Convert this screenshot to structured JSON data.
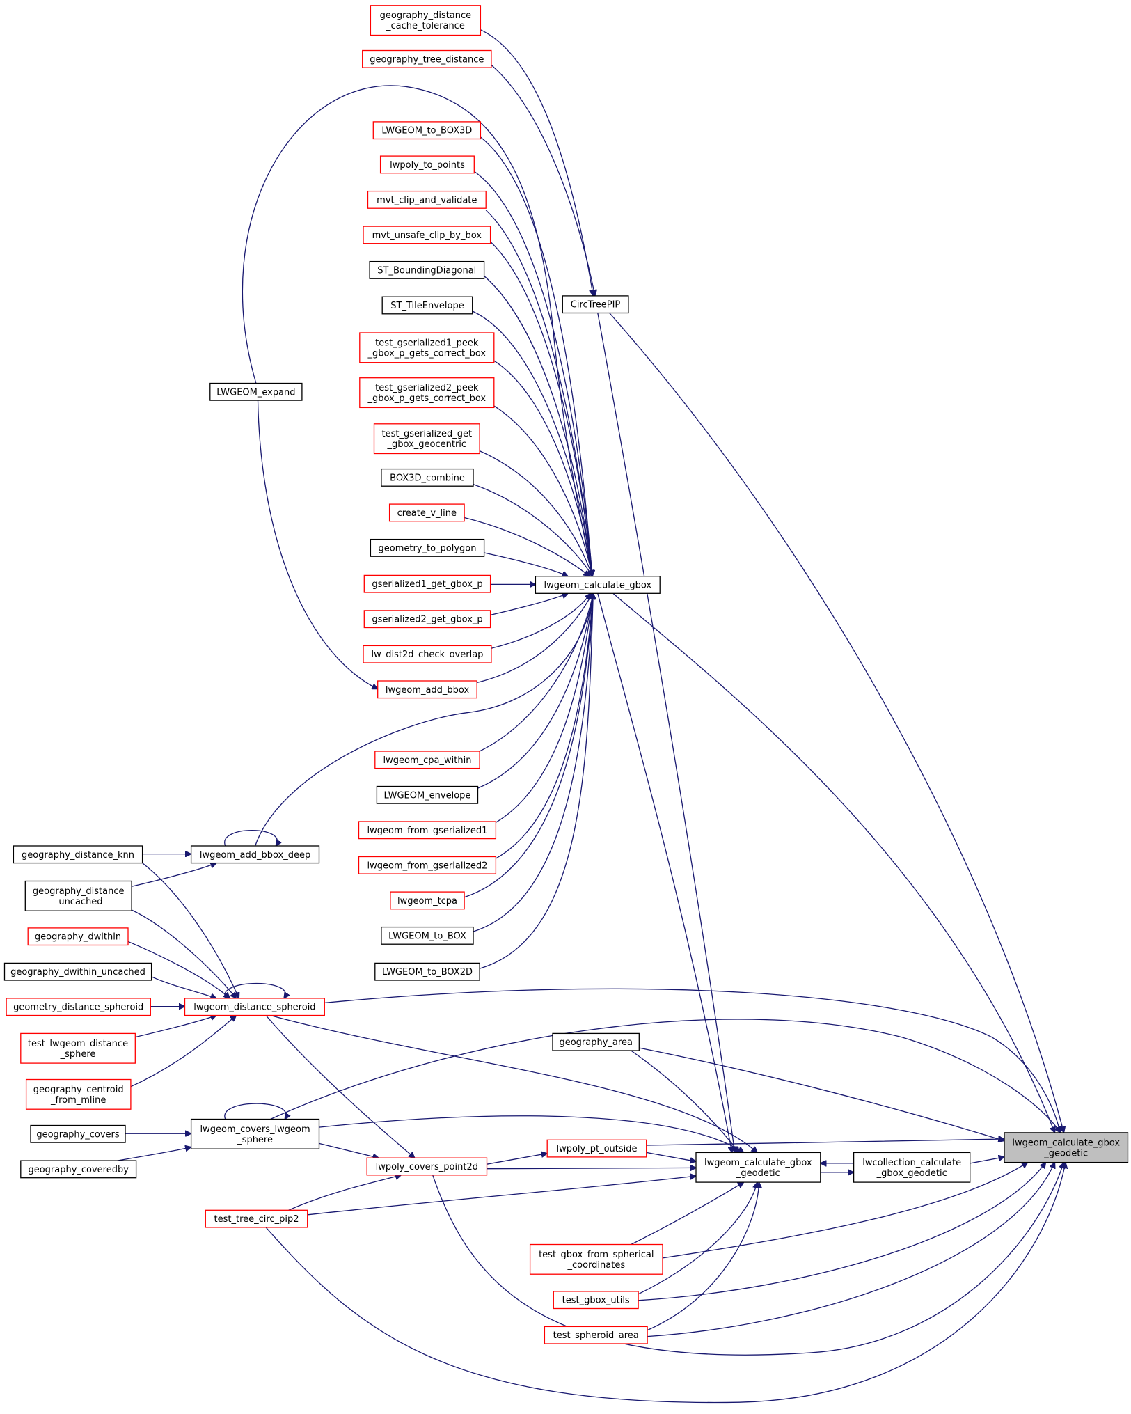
{
  "graph": {
    "title": "",
    "colors": {
      "edge": "#191970",
      "red_border": "#ff0000",
      "black_border": "#000000",
      "focus_fill": "#bfbfbf"
    },
    "nodes": {
      "geography_distance_cache_tolerance": {
        "lines": [
          "geography_distance",
          "_cache_tolerance"
        ],
        "style": "red"
      },
      "geography_tree_distance": {
        "lines": [
          "geography_tree_distance"
        ],
        "style": "red"
      },
      "LWGEOM_to_BOX3D": {
        "lines": [
          "LWGEOM_to_BOX3D"
        ],
        "style": "red"
      },
      "lwpoly_to_points": {
        "lines": [
          "lwpoly_to_points"
        ],
        "style": "red"
      },
      "mvt_clip_and_validate": {
        "lines": [
          "mvt_clip_and_validate"
        ],
        "style": "red"
      },
      "mvt_unsafe_clip_by_box": {
        "lines": [
          "mvt_unsafe_clip_by_box"
        ],
        "style": "red"
      },
      "ST_BoundingDiagonal": {
        "lines": [
          "ST_BoundingDiagonal"
        ],
        "style": "black"
      },
      "ST_TileEnvelope": {
        "lines": [
          "ST_TileEnvelope"
        ],
        "style": "black"
      },
      "test_gserialized1_peek": {
        "lines": [
          "test_gserialized1_peek",
          "_gbox_p_gets_correct_box"
        ],
        "style": "red"
      },
      "test_gserialized2_peek": {
        "lines": [
          "test_gserialized2_peek",
          "_gbox_p_gets_correct_box"
        ],
        "style": "red"
      },
      "test_gserialized_get": {
        "lines": [
          "test_gserialized_get",
          "_gbox_geocentric"
        ],
        "style": "red"
      },
      "BOX3D_combine": {
        "lines": [
          "BOX3D_combine"
        ],
        "style": "black"
      },
      "create_v_line": {
        "lines": [
          "create_v_line"
        ],
        "style": "red"
      },
      "geometry_to_polygon": {
        "lines": [
          "geometry_to_polygon"
        ],
        "style": "black"
      },
      "gserialized1_get_gbox_p": {
        "lines": [
          "gserialized1_get_gbox_p"
        ],
        "style": "red"
      },
      "gserialized2_get_gbox_p": {
        "lines": [
          "gserialized2_get_gbox_p"
        ],
        "style": "red"
      },
      "lw_dist2d_check_overlap": {
        "lines": [
          "lw_dist2d_check_overlap"
        ],
        "style": "red"
      },
      "lwgeom_add_bbox": {
        "lines": [
          "lwgeom_add_bbox"
        ],
        "style": "red"
      },
      "lwgeom_cpa_within": {
        "lines": [
          "lwgeom_cpa_within"
        ],
        "style": "red"
      },
      "LWGEOM_envelope": {
        "lines": [
          "LWGEOM_envelope"
        ],
        "style": "black"
      },
      "lwgeom_from_gserialized1": {
        "lines": [
          "lwgeom_from_gserialized1"
        ],
        "style": "red"
      },
      "lwgeom_from_gserialized2": {
        "lines": [
          "lwgeom_from_gserialized2"
        ],
        "style": "red"
      },
      "lwgeom_tcpa": {
        "lines": [
          "lwgeom_tcpa"
        ],
        "style": "red"
      },
      "LWGEOM_to_BOX": {
        "lines": [
          "LWGEOM_to_BOX"
        ],
        "style": "black"
      },
      "LWGEOM_to_BOX2D": {
        "lines": [
          "LWGEOM_to_BOX2D"
        ],
        "style": "black"
      },
      "CircTreePIP": {
        "lines": [
          "CircTreePIP"
        ],
        "style": "black"
      },
      "LWGEOM_expand": {
        "lines": [
          "LWGEOM_expand"
        ],
        "style": "black"
      },
      "lwgeom_calculate_gbox": {
        "lines": [
          "lwgeom_calculate_gbox"
        ],
        "style": "black"
      },
      "geography_distance_knn": {
        "lines": [
          "geography_distance_knn"
        ],
        "style": "black"
      },
      "lwgeom_add_bbox_deep": {
        "lines": [
          "lwgeom_add_bbox_deep"
        ],
        "style": "black"
      },
      "geography_distance_uncached": {
        "lines": [
          "geography_distance",
          "_uncached"
        ],
        "style": "black"
      },
      "geography_dwithin": {
        "lines": [
          "geography_dwithin"
        ],
        "style": "red"
      },
      "geography_dwithin_uncached": {
        "lines": [
          "geography_dwithin_uncached"
        ],
        "style": "black"
      },
      "geometry_distance_spheroid": {
        "lines": [
          "geometry_distance_spheroid"
        ],
        "style": "red"
      },
      "lwgeom_distance_spheroid": {
        "lines": [
          "lwgeom_distance_spheroid"
        ],
        "style": "red"
      },
      "test_lwgeom_distance_sphere": {
        "lines": [
          "test_lwgeom_distance",
          "_sphere"
        ],
        "style": "red"
      },
      "geography_centroid_from_mline": {
        "lines": [
          "geography_centroid",
          "_from_mline"
        ],
        "style": "red"
      },
      "geography_covers": {
        "lines": [
          "geography_covers"
        ],
        "style": "black"
      },
      "lwgeom_covers_lwgeom_sphere": {
        "lines": [
          "lwgeom_covers_lwgeom",
          "_sphere"
        ],
        "style": "black"
      },
      "geography_coveredby": {
        "lines": [
          "geography_coveredby"
        ],
        "style": "black"
      },
      "geography_area": {
        "lines": [
          "geography_area"
        ],
        "style": "black"
      },
      "lwpoly_pt_outside": {
        "lines": [
          "lwpoly_pt_outside"
        ],
        "style": "red"
      },
      "lwpoly_covers_point2d": {
        "lines": [
          "lwpoly_covers_point2d"
        ],
        "style": "red"
      },
      "lwgeom_calculate_gbox_geodetic": {
        "lines": [
          "lwgeom_calculate_gbox",
          "_geodetic"
        ],
        "style": "black"
      },
      "lwcollection_calculate_gbox_geodetic": {
        "lines": [
          "lwcollection_calculate",
          "_gbox_geodetic"
        ],
        "style": "black"
      },
      "lwgeom_calculate_gbox_geodetic_focus": {
        "lines": [
          "lwgeom_calculate_gbox",
          "_geodetic"
        ],
        "style": "gray"
      },
      "test_tree_circ_pip2": {
        "lines": [
          "test_tree_circ_pip2"
        ],
        "style": "red"
      },
      "test_gbox_from_spherical_coordinates": {
        "lines": [
          "test_gbox_from_spherical",
          "_coordinates"
        ],
        "style": "red"
      },
      "test_gbox_utils": {
        "lines": [
          "test_gbox_utils"
        ],
        "style": "red"
      },
      "test_spheroid_area": {
        "lines": [
          "test_spheroid_area"
        ],
        "style": "red"
      }
    }
  }
}
